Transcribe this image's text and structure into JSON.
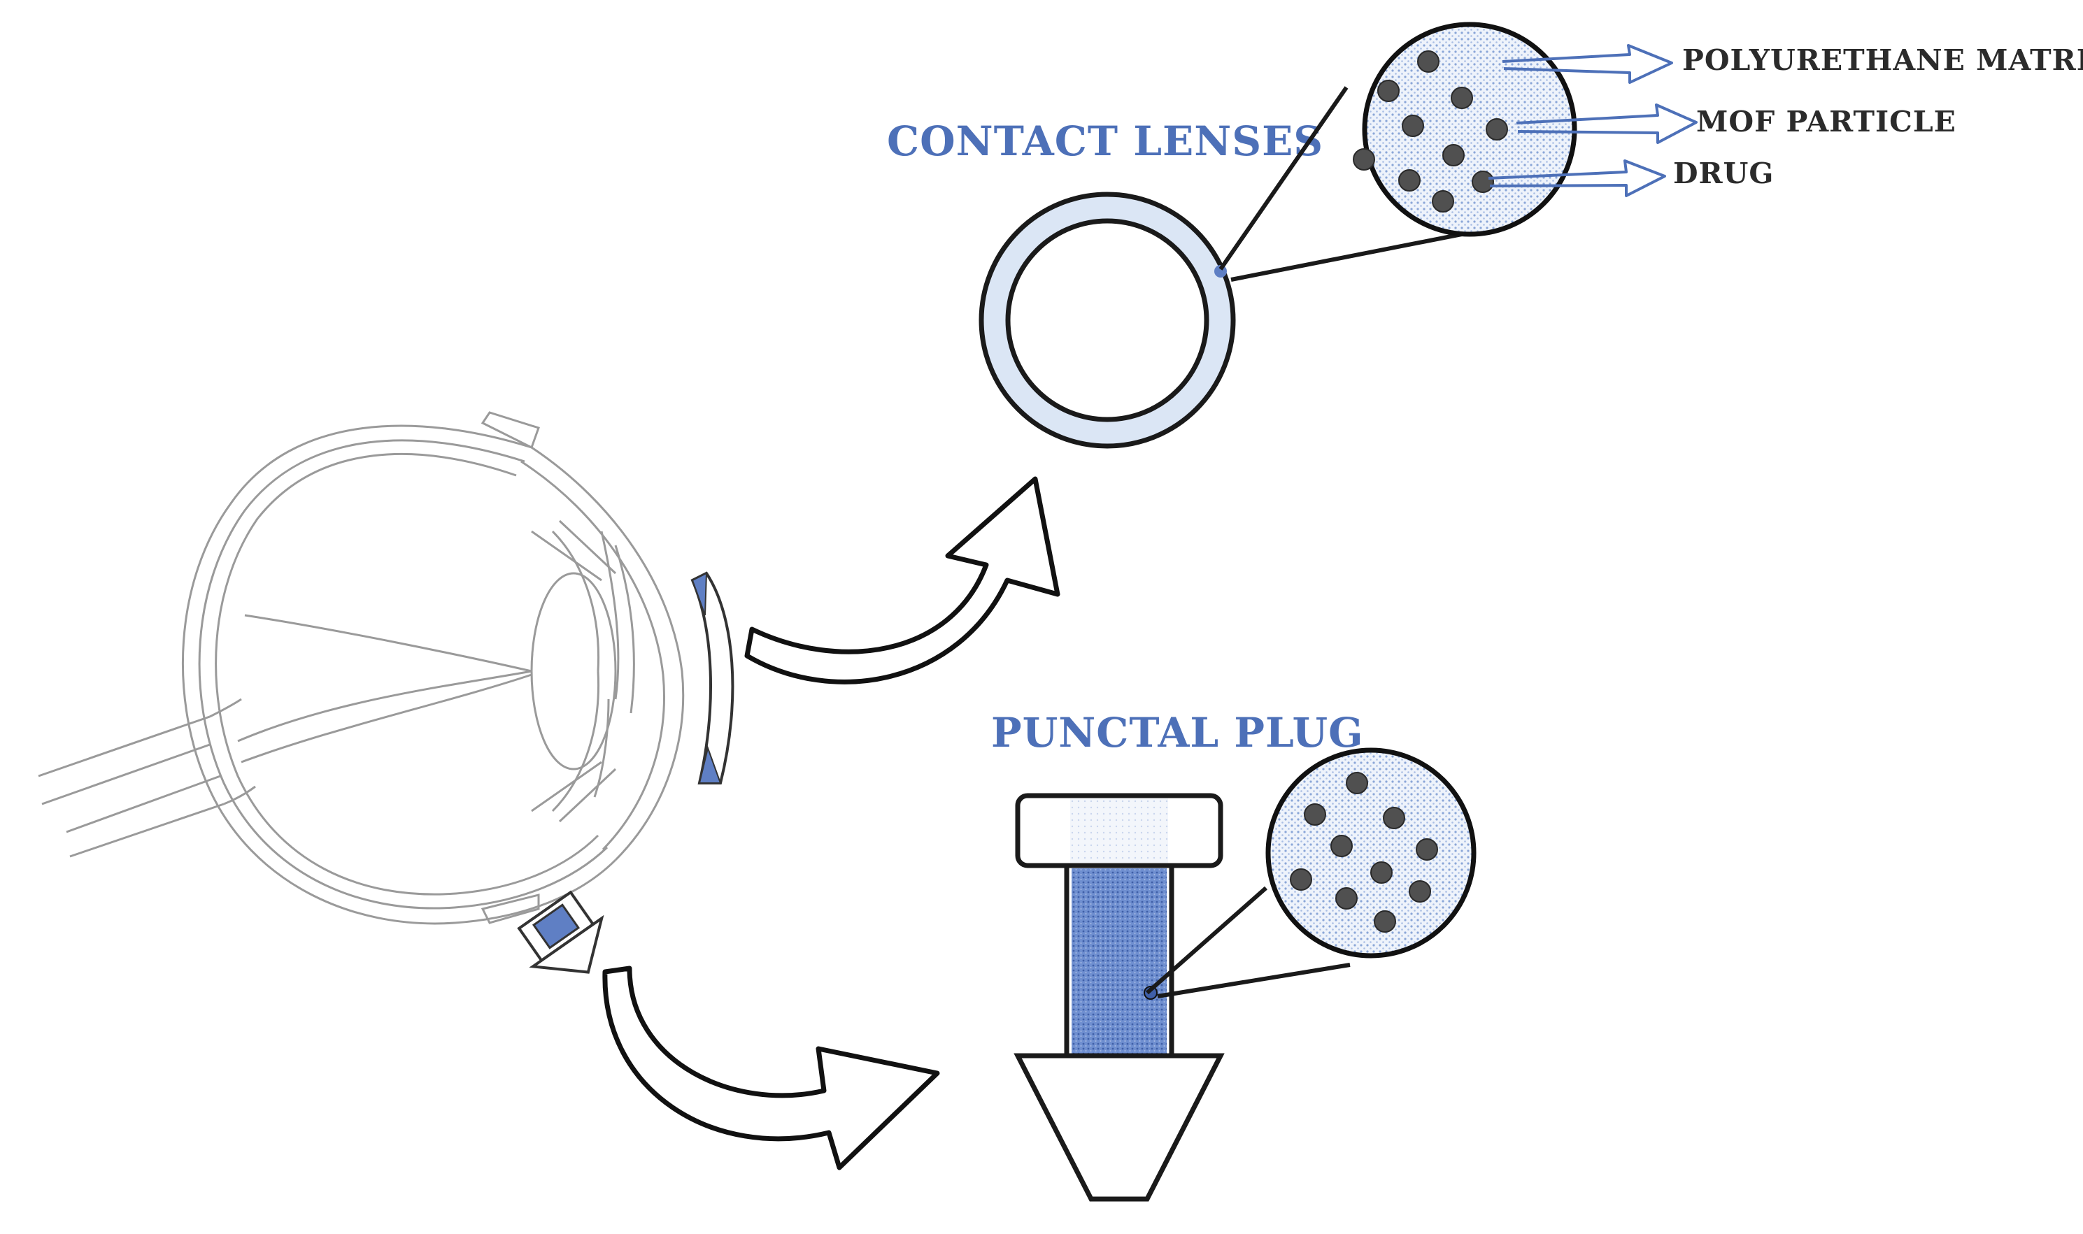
{
  "titles": {
    "contact_lenses": "CONTACT LENSES",
    "punctal_plug": "PUNCTAL PLUG"
  },
  "labels": {
    "matrix": "POLYURETHANE MATRIX",
    "mof": "MOF PARTICLE",
    "drug": "DRUG"
  },
  "colors": {
    "title_blue": "#4d70b8",
    "matrix_light_blue": "#dbe6f5",
    "plug_blue": "#6f8fd0",
    "particle_gray": "#505050"
  }
}
